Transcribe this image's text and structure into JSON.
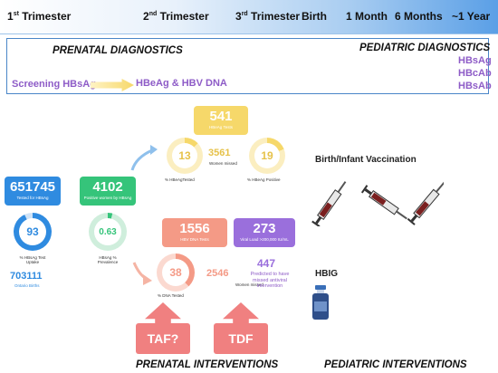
{
  "timeline": {
    "first": {
      "num": "1",
      "sup": "st",
      "word": " Trimester"
    },
    "second": {
      "num": "2",
      "sup": "nd",
      "word": " Trimester"
    },
    "third": {
      "num": "3",
      "sup": "rd",
      "word": " Trimester"
    },
    "birth": "Birth",
    "one_month": "1 Month",
    "six_months": "6 Months",
    "one_year": "~1 Year"
  },
  "prenatal_diagnostics": {
    "title": "PRENATAL DIAGNOSTICS",
    "screening": "Screening HBsAg",
    "followup": "HBeAg & HBV DNA"
  },
  "pediatric_diagnostics": {
    "title": "PEDIATRIC DIAGNOSTICS",
    "tests": [
      "HBsAg",
      "HBcAb",
      "HBsAb"
    ]
  },
  "stats": {
    "tested": {
      "value": "651745",
      "label": "Tested for HBsAg"
    },
    "uptake": {
      "value": "93",
      "label": "% HBsAg Test Uptake",
      "percent": 93
    },
    "births": {
      "value": "703111",
      "label": "Ontario Births"
    },
    "positive": {
      "value": "4102",
      "label": "Positive women by HBsAg"
    },
    "prevalence": {
      "value": "0.63",
      "label": "HBsAg % Prevalence",
      "percent": 0.63
    },
    "hbeag_tests": {
      "value": "541",
      "label": "HBeAg Tests"
    },
    "hbeag_tested": {
      "value": "13",
      "label": "% HBeAgTested",
      "percent": 13
    },
    "hbeag_missed": {
      "value": "3561",
      "label": "Women missed"
    },
    "hbeag_positive": {
      "value": "19",
      "label": "% HBeAg Positive",
      "percent": 19
    },
    "dna_tests": {
      "value": "1556",
      "label": "HBV DNA Tests"
    },
    "dna_tested": {
      "value": "38",
      "label": "% DNA Tested",
      "percent": 38
    },
    "dna_missed": {
      "value": "2546",
      "label": "Women missed"
    },
    "viral_load": {
      "value": "273",
      "label": "Viral Load >200,000 IU/mL"
    },
    "missed_antiviral": {
      "value": "447",
      "label": "Predicted to have missed antiviral intervention"
    }
  },
  "interventions": {
    "taf": "TAF?",
    "tdf": "TDF",
    "prenatal_title": "PRENATAL INTERVENTIONS",
    "pediatric_title": "PEDIATRIC INTERVENTIONS",
    "vaccination": "Birth/Infant Vaccination",
    "hbig": "HBIG"
  },
  "colors": {
    "blue": "#2f8be0",
    "green": "#35c47a",
    "yellow": "#f6d86a",
    "salmon": "#f49a86",
    "purple": "#9a6fdc",
    "red": "#f08080"
  }
}
